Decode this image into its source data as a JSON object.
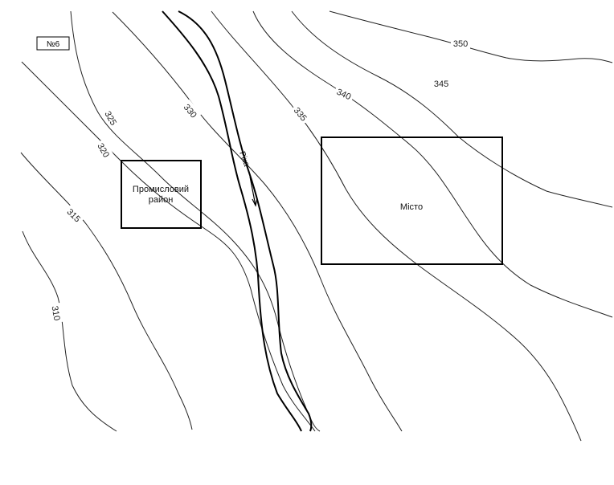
{
  "sheet_number": "№6",
  "river": {
    "name": "Ріка"
  },
  "zones": {
    "industrial": {
      "line1": "Промисловий",
      "line2": "район"
    },
    "city": {
      "label": "Місто"
    }
  },
  "contours": [
    {
      "elevation": "310"
    },
    {
      "elevation": "315"
    },
    {
      "elevation": "320"
    },
    {
      "elevation": "325"
    },
    {
      "elevation": "330"
    },
    {
      "elevation": "335"
    },
    {
      "elevation": "340"
    },
    {
      "elevation": "345"
    },
    {
      "elevation": "350"
    }
  ]
}
